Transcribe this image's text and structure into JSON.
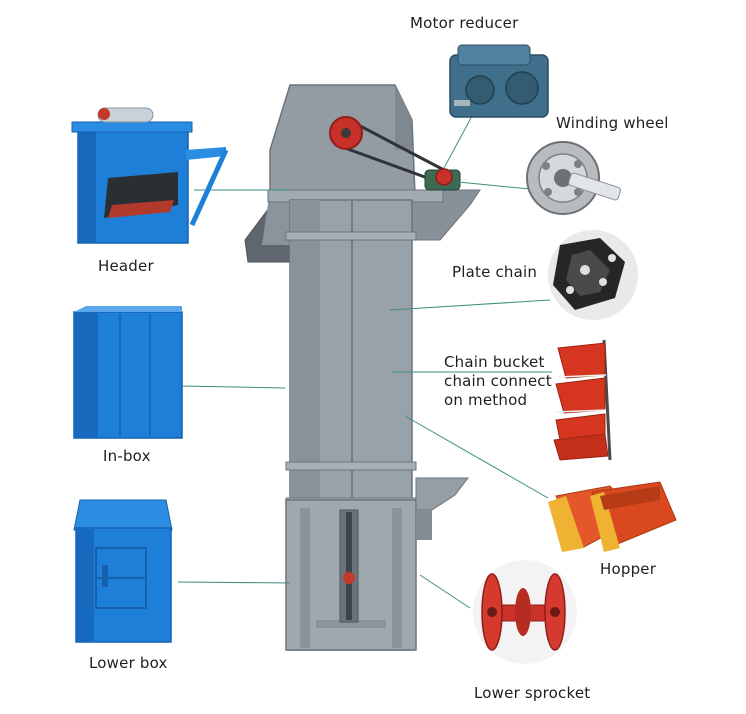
{
  "labels": {
    "motor_reducer": "Motor reducer",
    "winding_wheel": "Winding wheel",
    "header": "Header",
    "plate_chain": "Plate chain",
    "chain_bucket": "Chain bucket chain connect on method",
    "in_box": "In-box",
    "hopper": "Hopper",
    "lower_box": "Lower box",
    "lower_sprocket": "Lower sprocket"
  },
  "colors": {
    "machine_grey": "#8f979f",
    "machine_grey_dark": "#6f767d",
    "part_blue": "#1e7fd8",
    "part_blue_dark": "#1561ad",
    "bucket_red": "#d6361f",
    "bucket_orange": "#e3572a",
    "leader_line": "#3f8f7f"
  }
}
